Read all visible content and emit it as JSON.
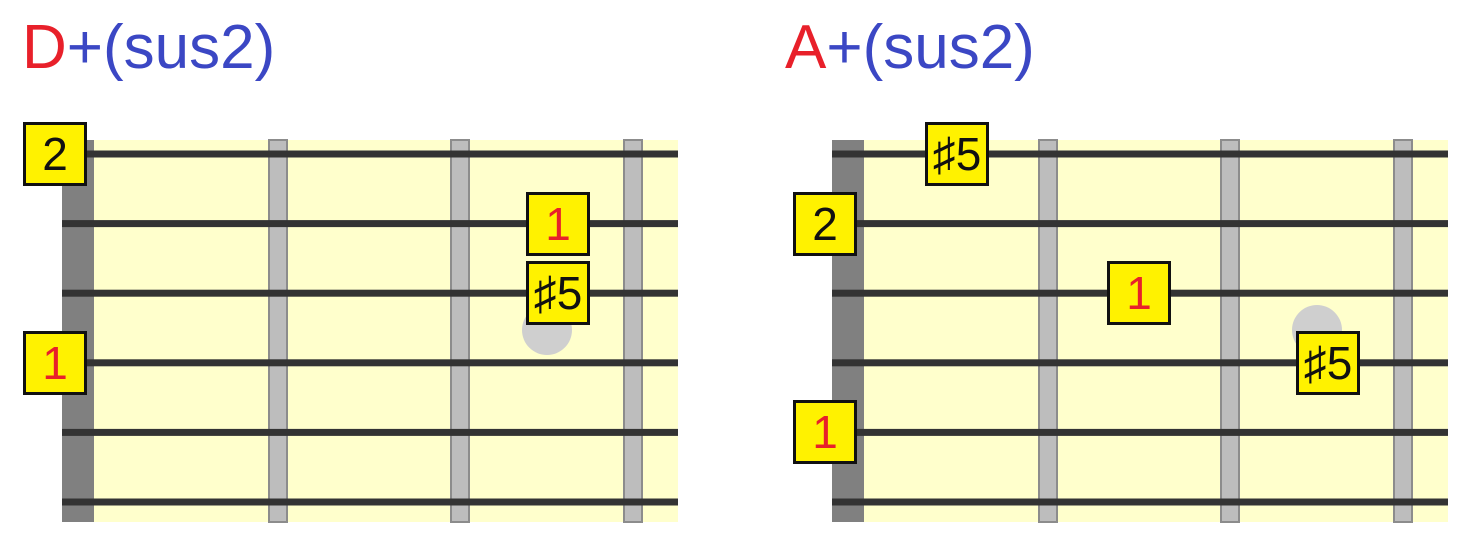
{
  "colors": {
    "fretboard": "#ffffcc",
    "nut": "#808080",
    "fret": "#bdbdbd",
    "fret_edge": "#8c8c8c",
    "string": "#333333",
    "note_fill": "#fff200",
    "root_text": "#e8202a",
    "other_text": "#111111",
    "title_root": "#e8202a",
    "title_quality": "#3b47c4",
    "ghost_dot": "#cfcfcf"
  },
  "diagrams": [
    {
      "title_root": "D",
      "title_quality": "+(sus2)",
      "notes": [
        {
          "label": "2",
          "string": 1,
          "fret": 0,
          "is_root": false
        },
        {
          "label": "1",
          "string": 2,
          "fret": 3,
          "is_root": true
        },
        {
          "label": "♯5",
          "string": 3,
          "fret": 3,
          "is_root": false
        },
        {
          "label": "1",
          "string": 4,
          "fret": 0,
          "is_root": true
        }
      ],
      "ghost_dots": [
        {
          "string": 3.5,
          "fret": 3
        }
      ]
    },
    {
      "title_root": "A",
      "title_quality": "+(sus2)",
      "notes": [
        {
          "label": "♯5",
          "string": 1,
          "fret": 1,
          "is_root": false
        },
        {
          "label": "2",
          "string": 2,
          "fret": 0,
          "is_root": false
        },
        {
          "label": "1",
          "string": 3,
          "fret": 2,
          "is_root": true
        },
        {
          "label": "♯5",
          "string": 4,
          "fret": 3,
          "is_root": false
        },
        {
          "label": "1",
          "string": 5,
          "fret": 0,
          "is_root": true
        }
      ],
      "ghost_dots": [
        {
          "string": 3.5,
          "fret": 3
        }
      ]
    }
  ]
}
